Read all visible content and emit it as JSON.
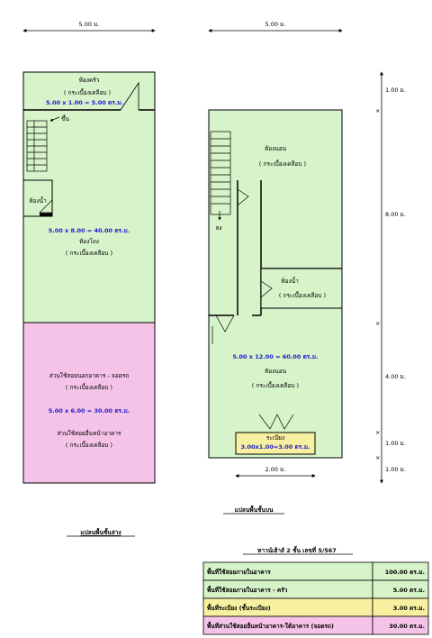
{
  "dims": {
    "ground_width": "5.00 ม.",
    "upper_width": "5.00 ม.",
    "v1": "1.00 ม.",
    "v2": "8.00 ม.",
    "v3": "4.00 ม.",
    "v4": "1.00 ม.",
    "v5": "1.00 ม.",
    "stair_width": "2.00 ม."
  },
  "ground": {
    "kitchen": "ห้องครัว",
    "kitchen_floor": "( กระเบื้องเคลือบ )",
    "kitchen_area": "5.00 x 1.00 = 5.00 ตร.ม.",
    "up": "ขึ้น",
    "bath": "ห้องน้ำ",
    "hall_area": "5.00 x 8.00 = 40.00 ตร.ม.",
    "hall": "ห้องโถง",
    "hall_floor": "( กระเบื้องเคลือบ )",
    "front_use": "ส่วนใช้สอยนอกอาคาร - จอดรถ",
    "front_floor": "( กระเบื้องเคลือบ )",
    "front_area": "5.00 x 6.00 = 30.00 ตร.ม.",
    "front_name": "ส่วนใช้สอยอื่นหน้าอาคาร",
    "front_floor2": "( กระเบื้องเคลือบ )",
    "title": "แปลนพื้นชั้นล่าง"
  },
  "upper": {
    "bedroom1": "ห้องนอน",
    "bedroom1_floor": "( กระเบื้องเคลือบ )",
    "down": "ลง",
    "bath": "ห้องน้ำ",
    "bath_floor": "( กระเบื้องเคลือบ )",
    "area": "5.00 x 12.00 = 60.00 ตร.ม.",
    "bedroom2": "ห้องนอน",
    "bedroom2_floor": "( กระเบื้องเคลือบ )",
    "balcony": "ระเบียง",
    "balcony_area": "3.00x1.00=3.00 ตร.ม.",
    "title": "แปลนพื้นชั้นบน"
  },
  "summary": {
    "title": "ทาวน์เฮ้าส์ 2 ชั้น เลขที่ 5/567",
    "rows": [
      {
        "label": "พื้นที่ใช้สอยภายในอาคาร",
        "value": "100.00 ตร.ม.",
        "color": "#d6f3c9"
      },
      {
        "label": "พื้นที่ใช้สอยภายในอาคาร - ครัว",
        "value": "5.00 ตร.ม.",
        "color": "#d6f3c9"
      },
      {
        "label": "พื้นที่ระเบียง (ชั้นระเบียง)",
        "value": "3.00 ตร.ม.",
        "color": "#f7f0a0"
      },
      {
        "label": "พื้นที่ส่วนใช้สอยอื่นหน้าอาคาร-ใต้อาคาร (จอดรถ)",
        "value": "30.00 ตร.ม.",
        "color": "#f6c3e8"
      }
    ]
  },
  "colors": {
    "room_green": "#d6f3c9",
    "parking_pink": "#f6c3e8",
    "balcony_yellow": "#f7f0a0",
    "area_blue": "#1d1dcc"
  }
}
